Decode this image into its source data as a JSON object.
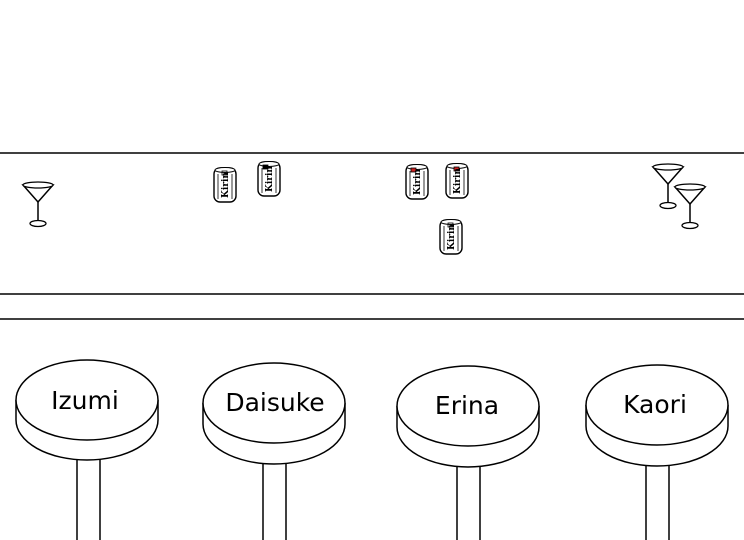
{
  "colors": {
    "line": "#000000",
    "background": "#ffffff",
    "can_accent": "#cc2222"
  },
  "counter": {
    "drinks": [
      {
        "kind": "cocktail-glass",
        "icon": "cocktail-glass-icon"
      },
      {
        "kind": "beer-can",
        "icon": "beer-can-icon",
        "brand": "Kirin"
      },
      {
        "kind": "beer-can",
        "icon": "beer-can-icon",
        "brand": "Kirin"
      },
      {
        "kind": "beer-can",
        "icon": "beer-can-icon",
        "brand": "Kirin"
      },
      {
        "kind": "beer-can",
        "icon": "beer-can-icon",
        "brand": "Kirin"
      },
      {
        "kind": "beer-can",
        "icon": "beer-can-icon",
        "brand": "Kirin"
      },
      {
        "kind": "cocktail-glass",
        "icon": "cocktail-glass-icon"
      },
      {
        "kind": "cocktail-glass",
        "icon": "cocktail-glass-icon"
      }
    ]
  },
  "stools": [
    {
      "name": "Izumi"
    },
    {
      "name": "Daisuke"
    },
    {
      "name": "Erina"
    },
    {
      "name": "Kaori"
    }
  ]
}
